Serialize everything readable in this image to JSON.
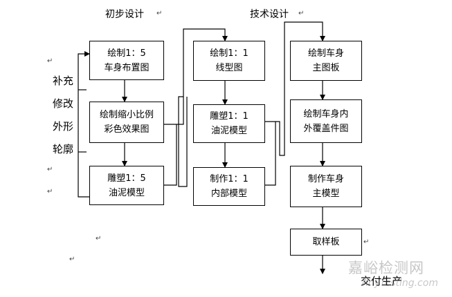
{
  "headings": {
    "preliminary": "初步设计",
    "technical": "技术设计"
  },
  "side_labels": [
    "补充",
    "修改",
    "外形",
    "轮廓"
  ],
  "boxes": {
    "draw_layout": [
      "绘制1：5",
      "车身布置图"
    ],
    "draw_color_effect": [
      "绘制缩小比例",
      "彩色效果图"
    ],
    "sculpt_15": [
      "雕塑1：5",
      "油泥模型"
    ],
    "draw_lines": [
      "绘制1：1",
      "线型图"
    ],
    "sculpt_11": [
      "雕塑1：1",
      "油泥模型"
    ],
    "make_interior": [
      "制作1：1",
      "内部模型"
    ],
    "draw_main_plate": [
      "绘制车身",
      "主图板"
    ],
    "draw_panels": [
      "绘制车身内",
      "外覆盖件图"
    ],
    "make_main_model": [
      "制作车身",
      "主模型"
    ],
    "template": [
      "取样板"
    ]
  },
  "final_label": "交付生产",
  "watermark": {
    "brand": "嘉峪检测网",
    "url": "AnyTesting.com"
  },
  "marks": {
    "return": "↵"
  }
}
